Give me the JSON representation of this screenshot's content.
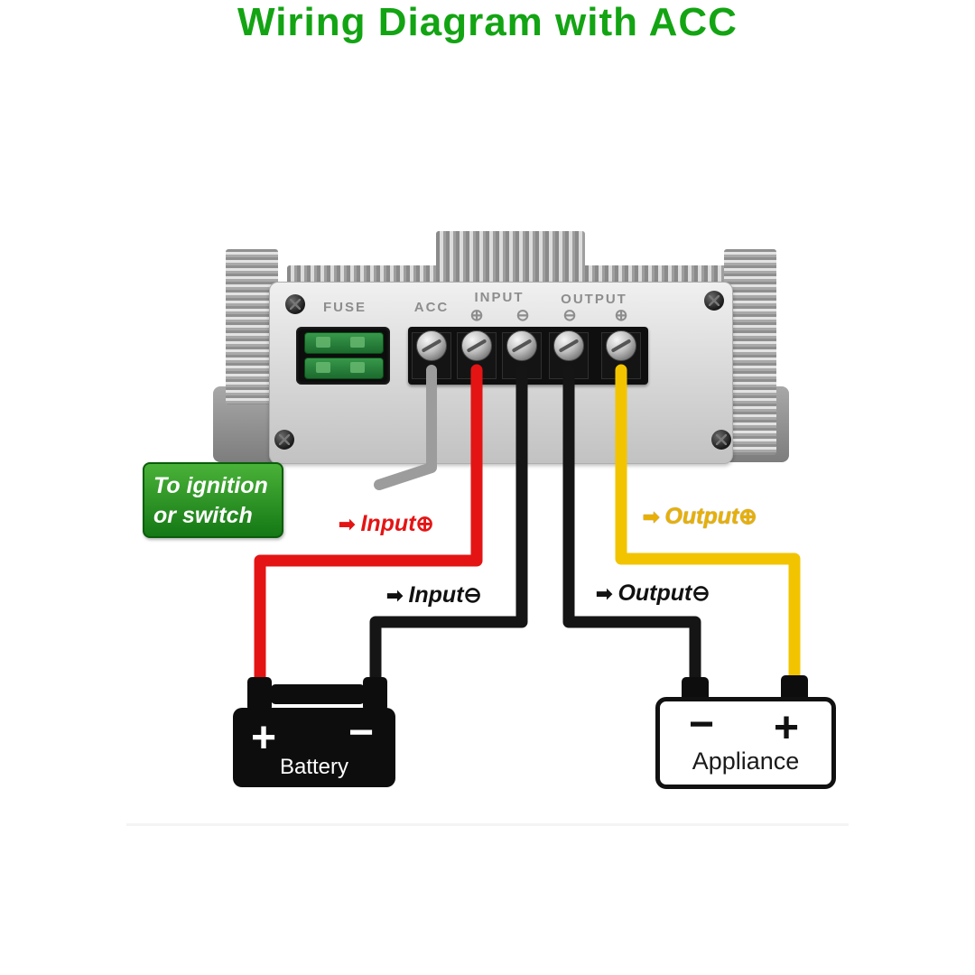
{
  "title": "Wiring Diagram with ACC",
  "colors": {
    "title_green": "#13a413",
    "ignition_green": "#1f9214",
    "wire_red": "#e41414",
    "wire_black": "#151515",
    "wire_yellow": "#f2c400",
    "wire_gray": "#9c9c9c"
  },
  "device": {
    "fuse_label": "FUSE",
    "acc_label": "ACC",
    "input_label": "INPUT",
    "output_label": "OUTPUT",
    "input_plus_sym": "⊕",
    "input_minus_sym": "⊖",
    "output_minus_sym": "⊖",
    "output_plus_sym": "⊕"
  },
  "wire_labels": {
    "input_plus": {
      "arrow": "➡",
      "text": "Input",
      "symbol": "⊕"
    },
    "input_minus": {
      "arrow": "➡",
      "text": "Input",
      "symbol": "⊖"
    },
    "output_minus": {
      "arrow": "➡",
      "text": "Output",
      "symbol": "⊖"
    },
    "output_plus": {
      "arrow": "➡",
      "text": "Output",
      "symbol": "⊕"
    }
  },
  "ignition": {
    "line1": "To ignition",
    "line2": "or switch"
  },
  "battery": {
    "plus": "+",
    "minus": "−",
    "label": "Battery"
  },
  "appliance": {
    "minus": "−",
    "plus": "+",
    "label": "Appliance"
  }
}
